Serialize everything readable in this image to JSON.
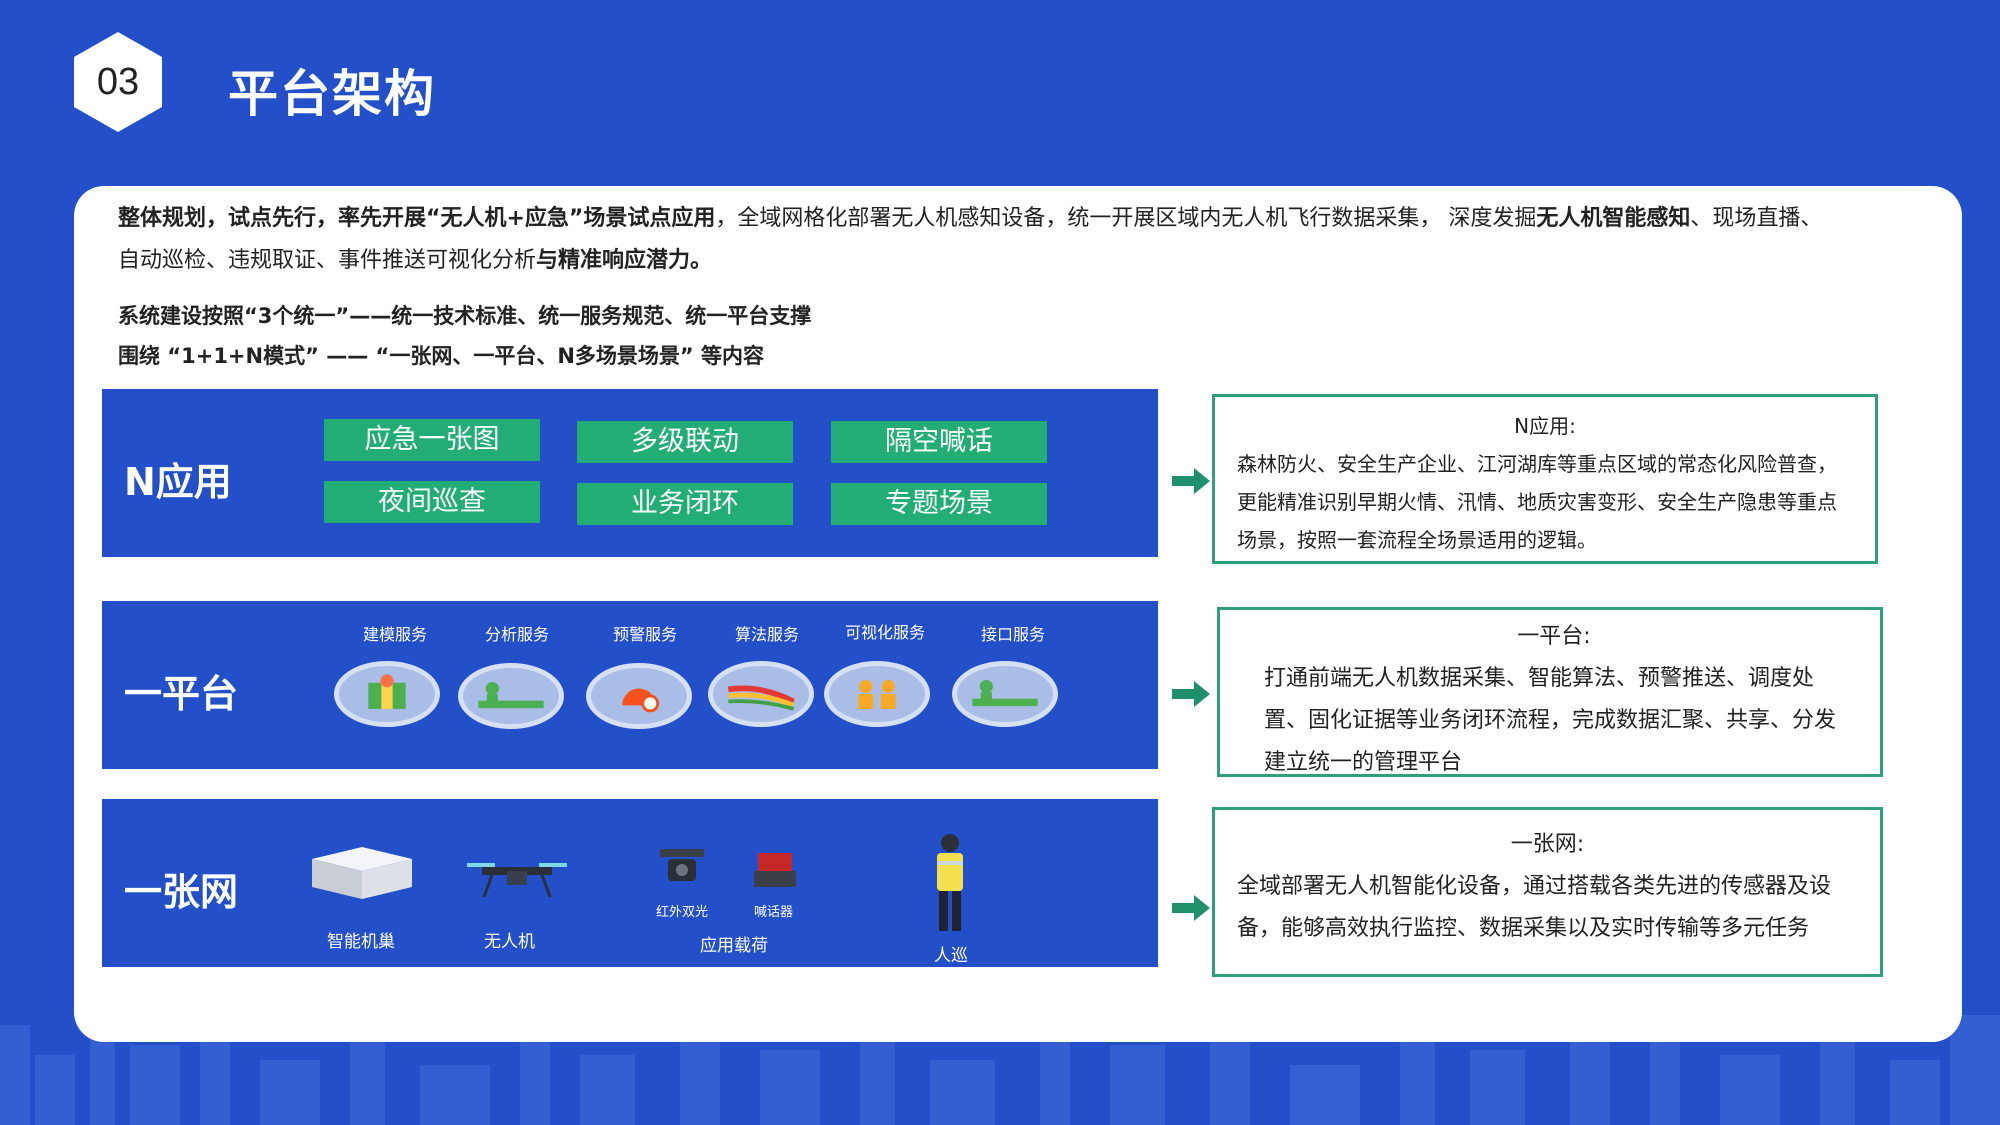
{
  "badge": {
    "number": "03"
  },
  "title": "平台架构",
  "intro": {
    "p1_b1": "整体规划，试点先行，率先开展“无人机+应急”场景试点应用",
    "p1_t1": "，全域网格化部署无人机感知设备，统一开展区域内无人机飞行数据采集， 深度发掘",
    "p1_b2": "无人机智能感知",
    "p1_t2": "、现场直播、自动巡检、违规取证、事件推送可视化分析",
    "p1_b3": "与精准响应潜力。",
    "line2": "系统建设按照“3个统一”——统一技术标准、统一服务规范、统一平台支撑",
    "line3": "围绕 “1+1+N模式” —— “一张网、一平台、N多场景场景” 等内容"
  },
  "layers": {
    "n_app": {
      "title": "N应用",
      "tags": [
        "应急一张图",
        "多级联动",
        "隔空喊话",
        "夜间巡查",
        "业务闭环",
        "专题场景"
      ]
    },
    "platform": {
      "title": "一平台",
      "services": [
        "建模服务",
        "分析服务",
        "预警服务",
        "算法服务",
        "可视化服务",
        "接口服务"
      ]
    },
    "network": {
      "title": "一张网",
      "devices": {
        "nest": "智能机巢",
        "drone": "无人机",
        "infrared": "红外双光",
        "speaker": "喊话器",
        "payload": "应用载荷",
        "patrol": "人巡"
      }
    }
  },
  "descriptions": {
    "n_app": {
      "heading": "N应用:",
      "body": "森林防火、安全生产企业、江河湖库等重点区域的常态化风险普查，更能精准识别早期火情、汛情、地质灾害变形、安全生产隐患等重点场景，按照一套流程全场景适用的逻辑。"
    },
    "platform": {
      "heading": "一平台:",
      "body": "打通前端无人机数据采集、智能算法、预警推送、调度处置、固化证据等业务闭环流程，完成数据汇聚、共享、分发建立统一的管理平台"
    },
    "network": {
      "heading": "一张网:",
      "body": "全域部署无人机智能化设备，通过搭载各类先进的传感器及设备，能够高效执行监控、数据采集以及实时传输等多元任务"
    }
  },
  "colors": {
    "background": "#2350c9",
    "tag_green": "#22ad74",
    "desc_border": "#2f9e7c",
    "arrow": "#1f8f6c"
  }
}
